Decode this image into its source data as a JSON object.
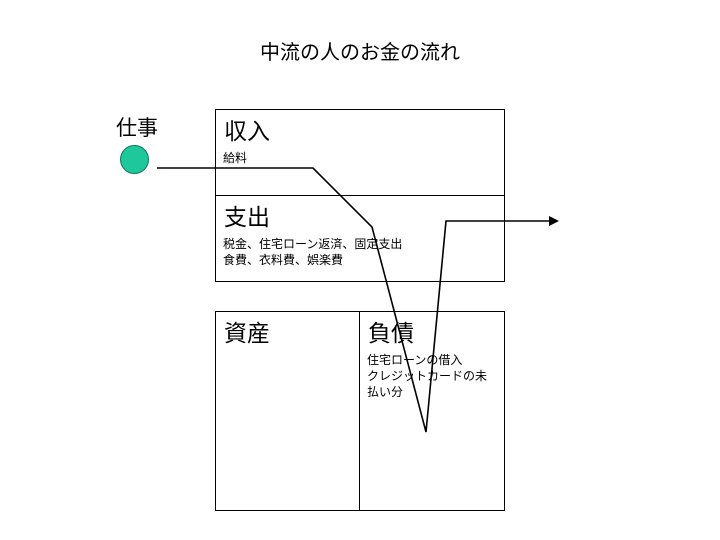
{
  "title": "中流の人のお金の流れ",
  "job": {
    "label": "仕事",
    "dot_color": "#1fc89a"
  },
  "income": {
    "heading": "収入",
    "note": "給料"
  },
  "expense": {
    "heading": "支出",
    "note_line1": "税金、住宅ローン返済、固定支出",
    "note_line2": "食費、衣料費、娯楽費"
  },
  "assets": {
    "heading": "資産"
  },
  "liabilities": {
    "heading": "負債",
    "note_line1": "住宅ローンの借入",
    "note_line2": "クレジットカードの未",
    "note_line3": "払い分"
  }
}
